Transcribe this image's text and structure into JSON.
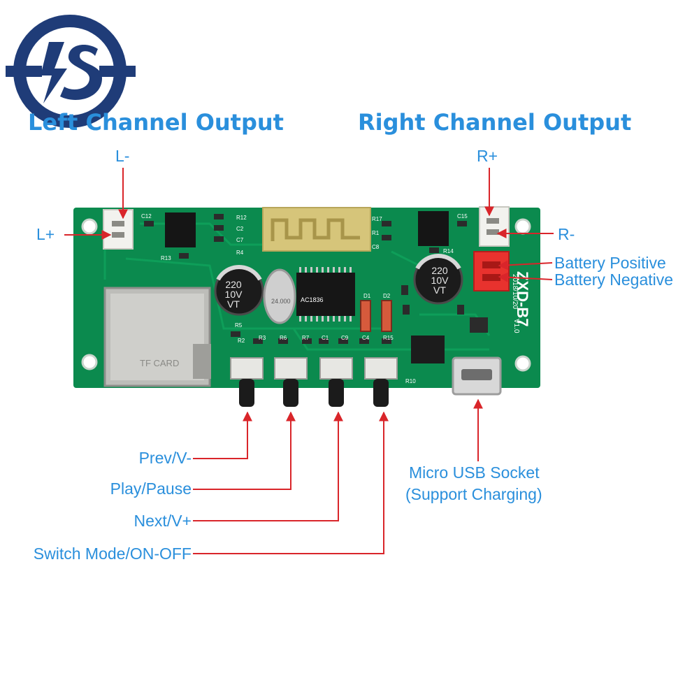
{
  "headings": {
    "left": "Left Channel Output",
    "right": "Right Channel Output"
  },
  "labels": {
    "l_minus": "L-",
    "l_plus": "L+",
    "r_plus": "R+",
    "r_minus": "R-",
    "battery_positive": "Battery Positive",
    "battery_negative": "Battery Negative",
    "prev": "Prev/V-",
    "play": "Play/Pause",
    "next": "Next/V+",
    "switch_mode": "Switch Mode/ON-OFF",
    "usb_line1": "Micro USB Socket",
    "usb_line2": "(Support Charging)"
  },
  "board": {
    "model": "ZXD-B7",
    "date": "2018/10/20",
    "version": "V1.0",
    "sd_text": "TF CARD",
    "cap_left": [
      "220",
      "10V",
      "VT"
    ],
    "cap_right": [
      "220",
      "10V",
      "VT"
    ],
    "crystal": "24.000",
    "chip": "AC1836",
    "refs": {
      "c12": "C12",
      "r12": "R12",
      "c2": "C2",
      "c7": "C7",
      "r4": "R4",
      "r13": "R13",
      "r5": "R5",
      "r2": "R2",
      "r3": "R3",
      "r6": "R6",
      "r7": "R7",
      "c1": "C1",
      "c9": "C9",
      "c4": "C4",
      "r15": "R15",
      "d1": "D1",
      "d2": "D2",
      "c15": "C15",
      "r14": "R14",
      "r10": "R10",
      "c8": "C8",
      "r1": "R1",
      "r17": "R17"
    }
  },
  "colors": {
    "accent_text": "#2a8fdc",
    "arrow": "#d9252a",
    "pcb": "#0b8a4e",
    "logo": "#1f3c78"
  },
  "logo_icon": "lightning-s-logo"
}
